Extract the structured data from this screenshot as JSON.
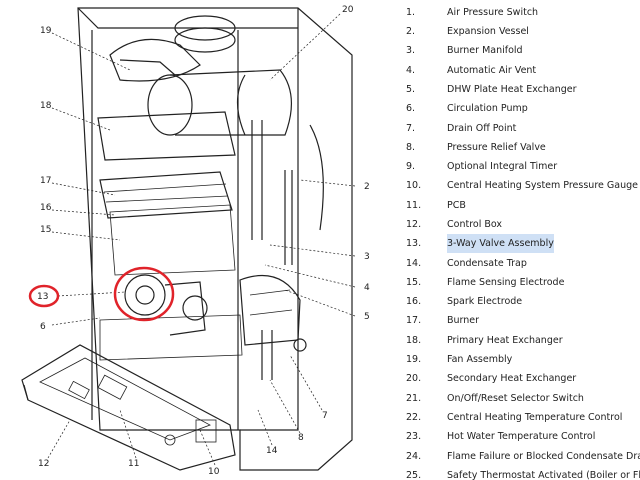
{
  "diagram": {
    "callouts": [
      "19",
      "20",
      "18",
      "17",
      "16",
      "15",
      "2",
      "3",
      "4",
      "5",
      "13",
      "6",
      "7",
      "8",
      "14",
      "11",
      "10",
      "12"
    ],
    "highlighted_callout": "13",
    "highlight_color": "#e0232a"
  },
  "parts": [
    {
      "num": "1.",
      "name": "Air Pressure Switch"
    },
    {
      "num": "2.",
      "name": "Expansion Vessel"
    },
    {
      "num": "3.",
      "name": "Burner Manifold"
    },
    {
      "num": "4.",
      "name": "Automatic Air Vent"
    },
    {
      "num": "5.",
      "name": "DHW Plate Heat Exchanger"
    },
    {
      "num": "6.",
      "name": "Circulation Pump"
    },
    {
      "num": "7.",
      "name": "Drain Off Point"
    },
    {
      "num": "8.",
      "name": "Pressure Relief Valve"
    },
    {
      "num": "9.",
      "name": "Optional Integral Timer"
    },
    {
      "num": "10.",
      "name": "Central Heating System Pressure Gauge"
    },
    {
      "num": "11.",
      "name": "PCB"
    },
    {
      "num": "12.",
      "name": "Control Box"
    },
    {
      "num": "13.",
      "name": "3-Way Valve Assembly",
      "highlighted": true
    },
    {
      "num": "14.",
      "name": "Condensate Trap"
    },
    {
      "num": "15.",
      "name": "Flame Sensing Electrode"
    },
    {
      "num": "16.",
      "name": "Spark Electrode"
    },
    {
      "num": "17.",
      "name": "Burner"
    },
    {
      "num": "18.",
      "name": "Primary Heat Exchanger"
    },
    {
      "num": "19.",
      "name": "Fan Assembly"
    },
    {
      "num": "20.",
      "name": "Secondary Heat Exchanger"
    },
    {
      "num": "21.",
      "name": "On/Off/Reset Selector Switch"
    },
    {
      "num": "22.",
      "name": "Central Heating Temperature Control"
    },
    {
      "num": "23.",
      "name": "Hot Water Temperature Control"
    },
    {
      "num": "24.",
      "name": "Flame Failure or Blocked Condensate Drain"
    },
    {
      "num": "25.",
      "name": "Safety Thermostat Activated (Boiler or Flue)"
    }
  ],
  "colors": {
    "line": "#222222",
    "highlight_bg": "#cfe0f5"
  }
}
